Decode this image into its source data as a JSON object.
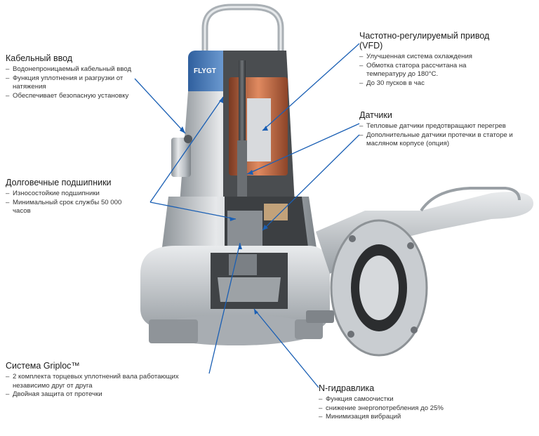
{
  "brand": "FLYGT",
  "blocks": {
    "cable": {
      "title": "Кабельный ввод",
      "items": [
        "Водонепроницаемый кабельный ввод",
        "Функция уплотнения и разгрузки от натяжения",
        "Обеспечивает безопасную установку"
      ]
    },
    "bearings": {
      "title": "Долговечные подшипники",
      "items": [
        "Износостойкие подшипники",
        "Минимальный срок службы 50 000 часов"
      ]
    },
    "griploc": {
      "title": "Система Griploc™",
      "items": [
        "2 комплекта торцевых уплотнений вала работающих независимо друг от друга",
        "Двойная защита от протечки"
      ]
    },
    "vfd": {
      "title": "Частотно-регулируемый привод (VFD)",
      "items": [
        "Улучшенная система охлаждения",
        "Обмотка статора рассчитана на температуру до 180°C.",
        "До 30 пусков в час"
      ]
    },
    "sensors": {
      "title": "Датчики",
      "items": [
        "Тепловые датчики предотвращают перегрев",
        "Дополнительные датчики протечки в статоре и масляном корпусе (опция)"
      ]
    },
    "hydraulics": {
      "title": "N-гидравлика",
      "items": [
        "Функция самоочистки",
        "снижение энергопотребления до 25%",
        "Минимизация вибраций"
      ]
    }
  },
  "colors": {
    "leader": "#1a5fb4",
    "steel": "#c8ccd0",
    "copper": "#c96a40",
    "cap": "#4a7fc0"
  }
}
